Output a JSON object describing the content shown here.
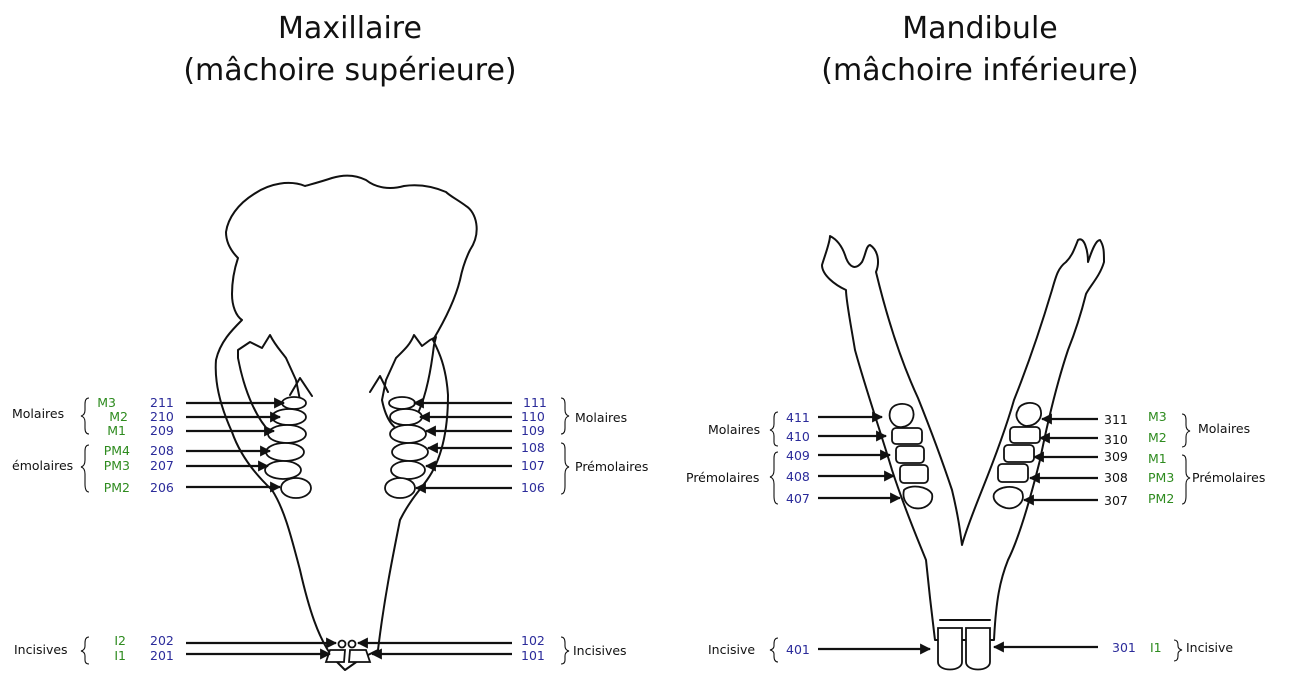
{
  "upper": {
    "title_line1": "Maxillaire",
    "title_line2": "(mâchoire supérieure)",
    "left_groups": {
      "molars": "Molaires",
      "premolars": "émolaires",
      "incisors": "Incisives"
    },
    "right_groups": {
      "molars": "Molaires",
      "premolars": "Prémolaires",
      "incisors": "Incisives"
    },
    "left_teeth": [
      {
        "type": "M3",
        "num": "211"
      },
      {
        "type": "M2",
        "num": "210"
      },
      {
        "type": "M1",
        "num": "209"
      },
      {
        "type": "PM4",
        "num": "208"
      },
      {
        "type": "PM3",
        "num": "207"
      },
      {
        "type": "PM2",
        "num": "206"
      },
      {
        "type": "I2",
        "num": "202"
      },
      {
        "type": "I1",
        "num": "201"
      }
    ],
    "right_teeth": [
      {
        "num": "111"
      },
      {
        "num": "110"
      },
      {
        "num": "109"
      },
      {
        "num": "108"
      },
      {
        "num": "107"
      },
      {
        "num": "106"
      },
      {
        "num": "102"
      },
      {
        "num": "101"
      }
    ]
  },
  "lower": {
    "title_line1": "Mandibule",
    "title_line2": "(mâchoire inférieure)",
    "left_groups": {
      "molars": "Molaires",
      "premolars": "Prémolaires",
      "incisors": "Incisive"
    },
    "right_groups": {
      "molars": "Molaires",
      "premolars": "Prémolaires",
      "incisors": "Incisive"
    },
    "left_teeth": [
      {
        "num": "411"
      },
      {
        "num": "410"
      },
      {
        "num": "409"
      },
      {
        "num": "408"
      },
      {
        "num": "407"
      },
      {
        "num": "401"
      }
    ],
    "right_teeth": [
      {
        "num": "311",
        "type": "M3"
      },
      {
        "num": "310",
        "type": "M2"
      },
      {
        "num": "309",
        "type": "M1"
      },
      {
        "num": "308",
        "type": "PM3"
      },
      {
        "num": "307",
        "type": "PM2"
      },
      {
        "num": "301",
        "type": "I1"
      }
    ]
  }
}
